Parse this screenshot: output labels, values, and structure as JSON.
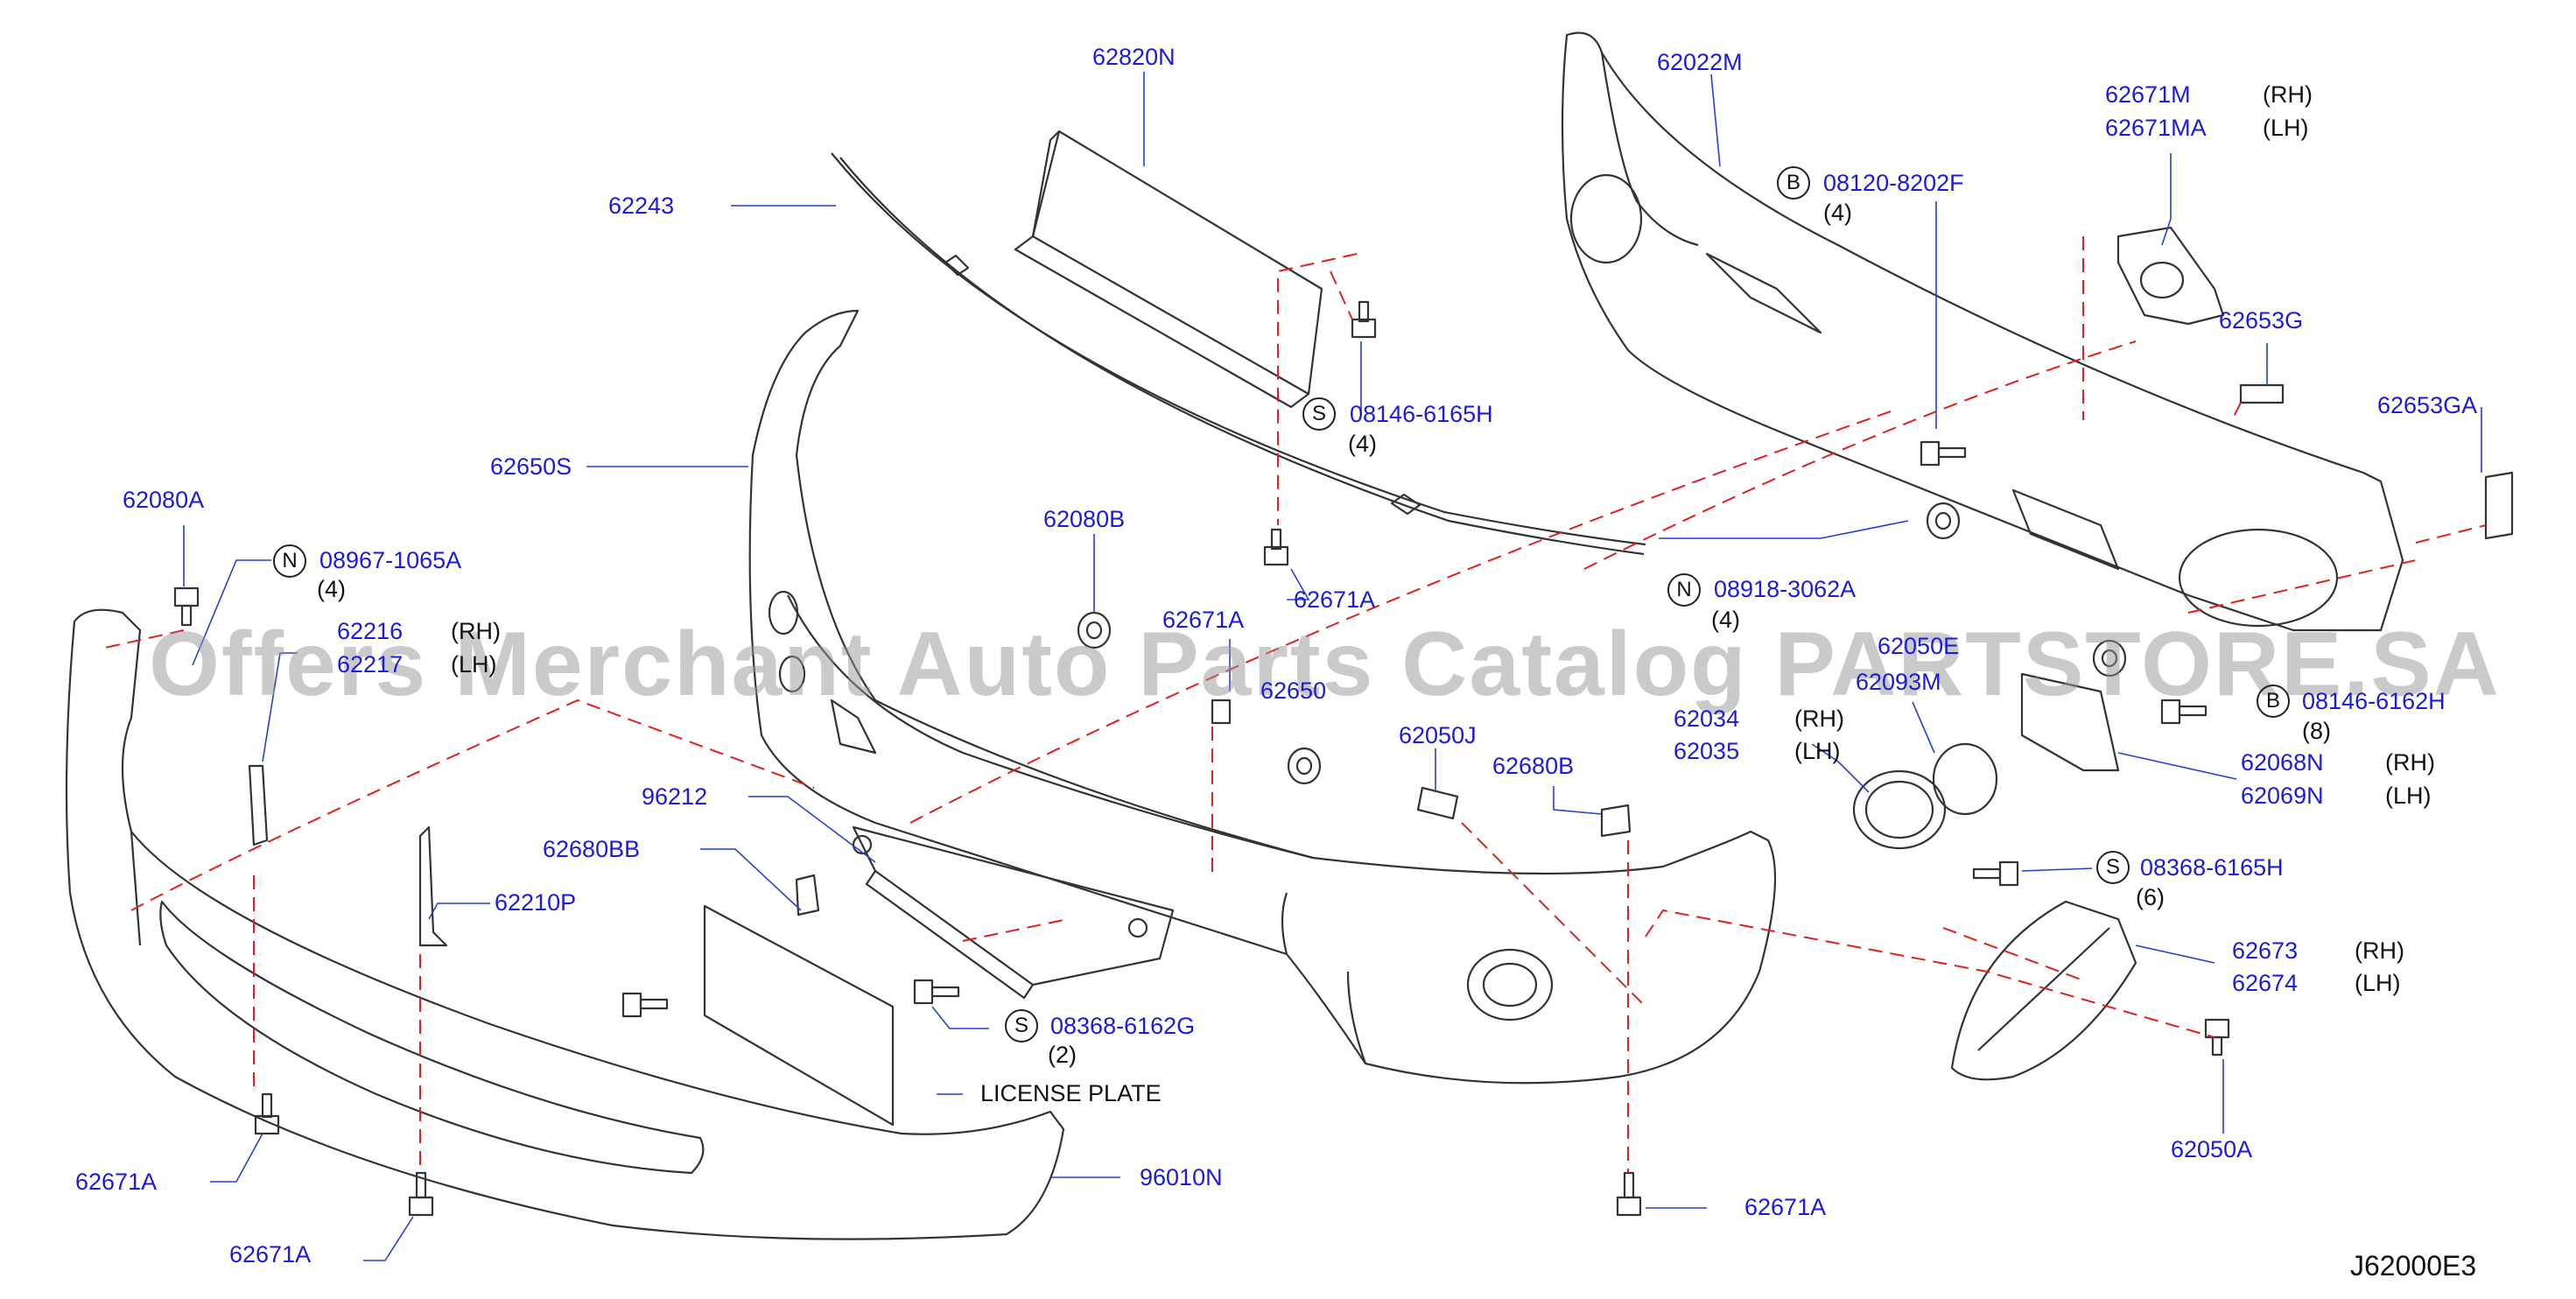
{
  "watermark": "Offers Merchant Auto Parts Catalog PARTSTORE.SA",
  "diagram_code": "J62000E3",
  "labels": {
    "p62820N": "62820N",
    "p62243": "62243",
    "p62650S": "62650S",
    "p62080A": "62080A",
    "p08967": "08967-1065A",
    "p62216": "62216",
    "p62217": "62217",
    "p62080B": "62080B",
    "p62671A_mid": "62671A",
    "p62671A_top": "62671A",
    "p62650": "62650",
    "p62050J": "62050J",
    "p62680B": "62680B",
    "p96212": "96212",
    "p62680BB": "62680BB",
    "p62210P": "62210P",
    "p08368_6162G": "08368-6162G",
    "p62671A_l1": "62671A",
    "p62671A_l2": "62671A",
    "p96010N": "96010N",
    "p62671A_r": "62671A",
    "p08146_6165H": "08146-6165H",
    "p62022M": "62022M",
    "p08120": "08120-8202F",
    "p62671M": "62671M",
    "p62671MA": "62671MA",
    "p62653G": "62653G",
    "p62653GA": "62653GA",
    "p08918": "08918-3062A",
    "p62050E": "62050E",
    "p62093M": "62093M",
    "p62034": "62034",
    "p62035": "62035",
    "p08146_6162H": "08146-6162H",
    "p62068N": "62068N",
    "p62069N": "62069N",
    "p08368_6165H": "08368-6165H",
    "p62673": "62673",
    "p62674": "62674",
    "p62050A": "62050A"
  },
  "notes": {
    "rh": "(RH)",
    "lh": "(LH)",
    "q4": "(4)",
    "q2": "(2)",
    "q8": "(8)",
    "q6": "(6)",
    "license_plate": "LICENSE  PLATE"
  },
  "callouts": {
    "S": "S",
    "N": "N",
    "B": "B"
  }
}
